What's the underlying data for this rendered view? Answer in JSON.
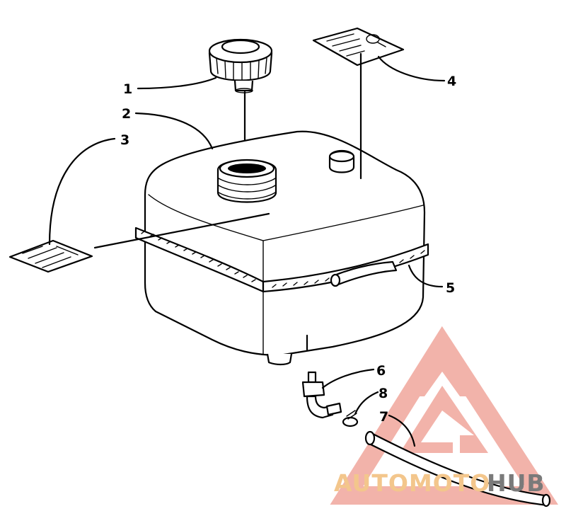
{
  "callouts": [
    {
      "id": "1",
      "label": "1"
    },
    {
      "id": "2",
      "label": "2"
    },
    {
      "id": "3",
      "label": "3"
    },
    {
      "id": "4",
      "label": "4"
    },
    {
      "id": "5",
      "label": "5"
    },
    {
      "id": "6",
      "label": "6"
    },
    {
      "id": "7",
      "label": "7"
    },
    {
      "id": "8",
      "label": "8"
    }
  ],
  "watermark": {
    "text_part1": "AUTOMOTO",
    "text_part2": "HUB",
    "color_primary": "#f3b7a0",
    "color_accent": "#e8766f",
    "color_dark": "#7a7a7a"
  },
  "colors": {
    "line": "#000000",
    "background": "#ffffff"
  }
}
